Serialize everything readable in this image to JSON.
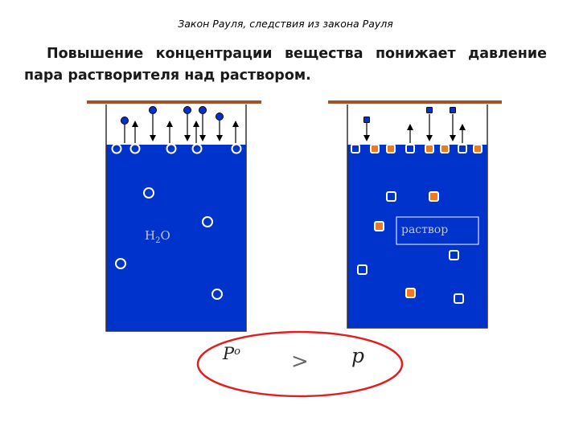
{
  "header": {
    "title": "Закон Рауля, следствия из закона Рауля"
  },
  "statement": {
    "text": "Повышение концентрации вещества понижает давление пара растворителя над раствором."
  },
  "left_vessel": {
    "label_main": "H",
    "label_sub": "2",
    "label_end": "O"
  },
  "right_vessel": {
    "label": "раствор"
  },
  "comparison": {
    "left": "P",
    "left_sup": "o",
    "operator": ">",
    "right": "p"
  },
  "colors": {
    "water": "#0033cc",
    "vessel_wall": "#333333",
    "lid": "#a0522d",
    "solvent_particle": "#0033cc",
    "solute_particle": "#f07820",
    "ellipse": "#e02020"
  }
}
